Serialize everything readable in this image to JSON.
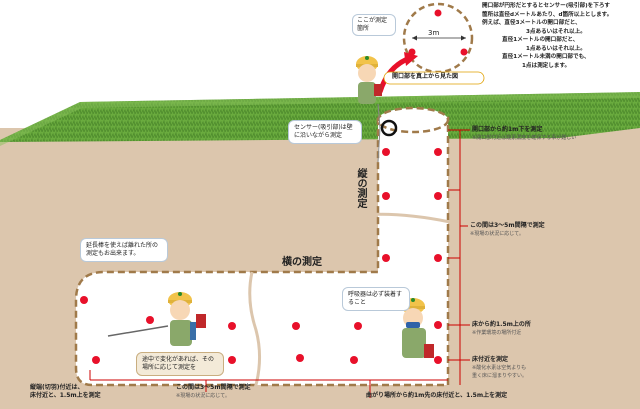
{
  "overhead_label": "開口部を真上から見た図",
  "circle_width": "3m",
  "top_instructions": [
    "開口部が円形だとするとセンサー(吸引部)を下ろす",
    "箇所は直径dメートルあたり、d箇所以上とします。",
    "例えば、直径3メートルの開口部だと、",
    "3点あるいはそれ以上。",
    "直径1メートルの開口部だと、",
    "1点あるいはそれ以上。",
    "直径1メートル未満の開口部でも、",
    "1点は測定します。"
  ],
  "worker_top_bubble": "ここが測定箇所",
  "sensor_bubble": "センサー(吸引部)は壁に沿いながら測定",
  "vertical_label": "縦の測定",
  "horizontal_label": "横の測定",
  "left_bubble": "延長棒を使えば離れた所の測定もお出来ます。",
  "right_bubble": "呼吸器は必ず装着すること",
  "change_bubble": "途中で変化があれば、その場所に応じて測定を",
  "annotations": {
    "opening_main": "開口部から約1m下を測定",
    "opening_sub": "※開口部付近は酸素濃度を確保する事が難しい",
    "interval_main": "この間は3～5m間隔で測定",
    "interval_sub": "※現場の状況に応じて。",
    "height_main": "床から約1.5m上の所",
    "height_sub": "※作業環境の場所付近",
    "floor_main": "床付近を測定",
    "floor_sub": "※酸化水素は空気よりも重く床に溜まりやすい。"
  },
  "bottom_left": [
    "縦端(切羽)付近は、",
    "床付近と、1.5m上を測定"
  ],
  "bottom_mid": [
    "この間は3～5m間隔で測定",
    "※現場の状況に応じて。"
  ],
  "bottom_right": "曲がり場所から約1m先の床付近と、1.5m上を測定",
  "colors": {
    "soil": "#dcc6ad",
    "grass": "#6aab3e",
    "grass_dark": "#4d8a2c",
    "tunnel": "#ffffff",
    "dash": "#a07a4a",
    "marker": "#e8102a",
    "annotation": "#cc0000",
    "accent_arrow": "#e8102a"
  }
}
